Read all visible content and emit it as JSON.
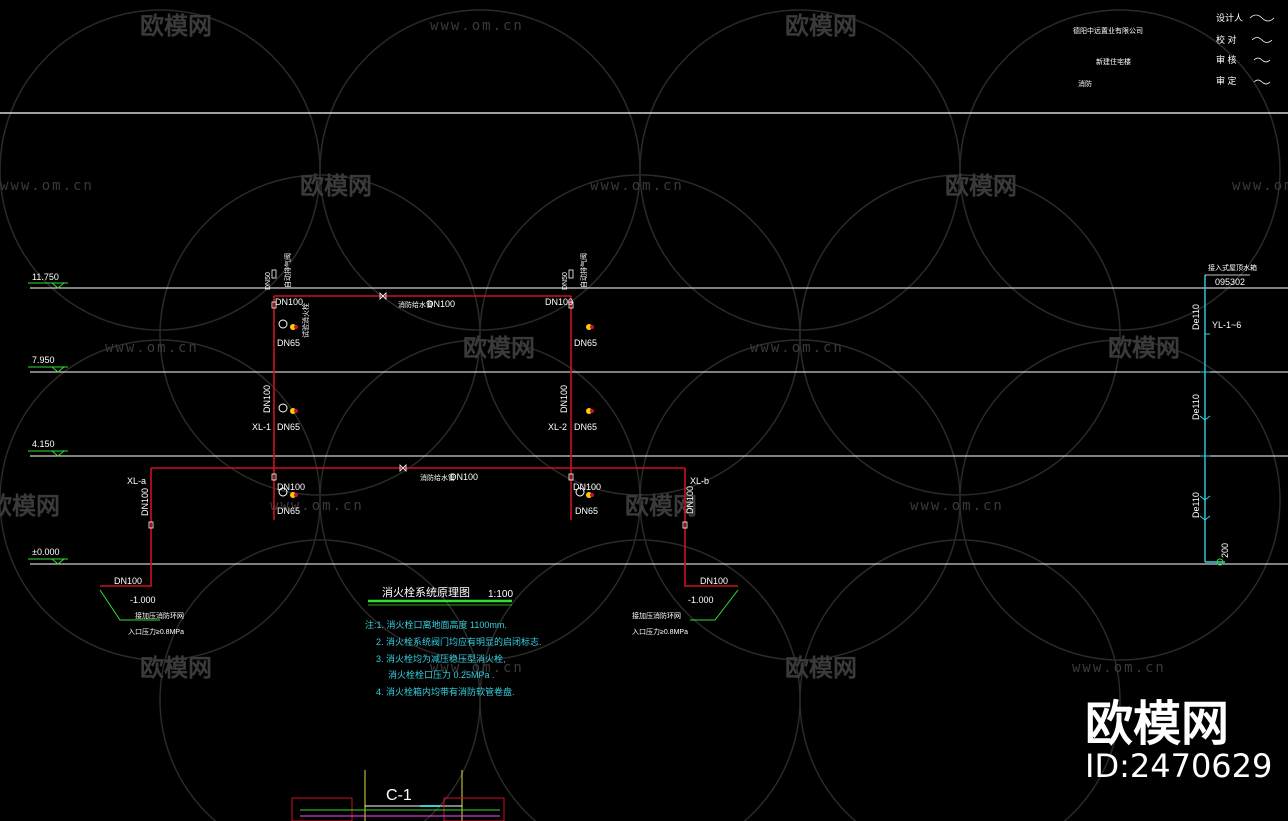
{
  "watermark": {
    "site": "www.om.cn",
    "brand": "欧模网",
    "big_brand": "欧模网",
    "big_id": "ID:2470629"
  },
  "title_block": {
    "company": "德阳中远置业有限公司",
    "project": "新建住宅楼",
    "item": "消防",
    "roles": [
      "设计人",
      "校 对",
      "审 核",
      "审 定"
    ]
  },
  "levels": [
    "11.750",
    "7.950",
    "4.150",
    "±0.000"
  ],
  "pipes": {
    "top_main": "DN100",
    "mid_main": "DN100",
    "top_main_note": "消防给水管",
    "mid_main_note": "消防给水管",
    "riser_left": "XL-1",
    "riser_right": "XL-2",
    "riser_a": "XL-a",
    "riser_b": "XL-b",
    "dn65": "DN65",
    "dn100": "DN100",
    "dn50": "DN50",
    "vent_note": "自动排气阀",
    "drain_note": "试验消火栓",
    "in_depth": "-1.000",
    "connect": "接加压消防环网",
    "pressure": "入口压力≥0.8MPa"
  },
  "right_riser": {
    "top_note": "接入式屋顶水箱",
    "code": "095302",
    "label": "YL-1~6",
    "de": "De110",
    "bottom": "200"
  },
  "diagram_title": {
    "text": "消火栓系统原理图",
    "scale": "1:100"
  },
  "notes": [
    "注:1. 消火栓口离地面高度 1100mm.",
    "2. 消火栓系统阀门均应有明显的启闭标志.",
    "3. 消火栓均为减压稳压型消火栓,",
    "消火栓栓口压力 0.25MPa .",
    "4. 消火栓箱内均带有消防软管卷盘."
  ],
  "section": {
    "label": "C-1"
  }
}
